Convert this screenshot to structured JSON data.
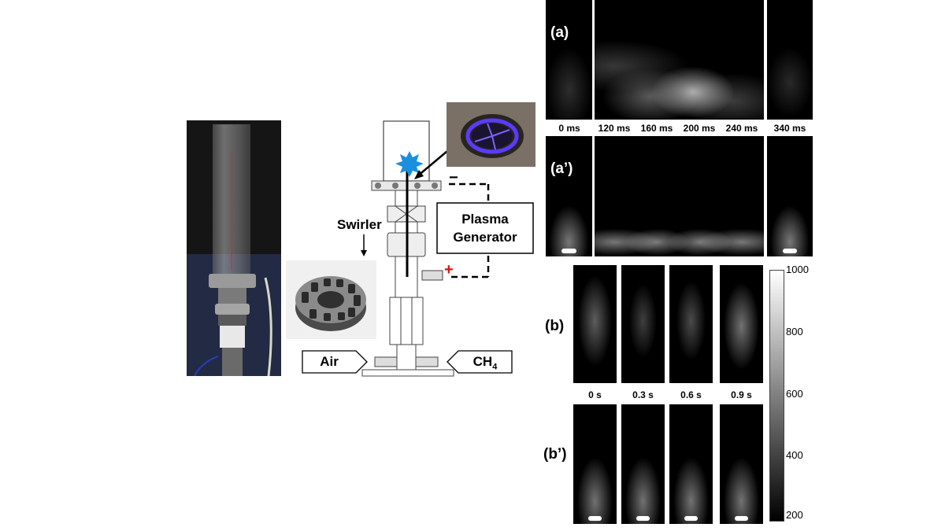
{
  "setup": {
    "swirler_label": "Swirler",
    "plasma_label_line1": "Plasma",
    "plasma_label_line2": "Generator",
    "air_label": "Air",
    "fuel_label": "CH",
    "fuel_subscript": "4",
    "minus_sign": "−",
    "plus_sign": "+"
  },
  "panels": {
    "a": {
      "letter": "(a)",
      "times": [
        "0 ms",
        "120 ms",
        "160 ms",
        "200 ms",
        "240 ms",
        "340 ms"
      ]
    },
    "a_prime": {
      "letter": "(a’)"
    },
    "b": {
      "letter": "(b)",
      "times": [
        "0 s",
        "0.3 s",
        "0.6 s",
        "0.9 s"
      ]
    },
    "b_prime": {
      "letter": "(b’)"
    }
  },
  "colorbar": {
    "ticks": [
      "1000",
      "800",
      "600",
      "400",
      "200"
    ],
    "colors": {
      "high": "#ffffff",
      "low": "#000000"
    }
  },
  "colors": {
    "plasma": "#5a3cff",
    "spark": "#1a8fe0",
    "plus": "#e01010"
  }
}
